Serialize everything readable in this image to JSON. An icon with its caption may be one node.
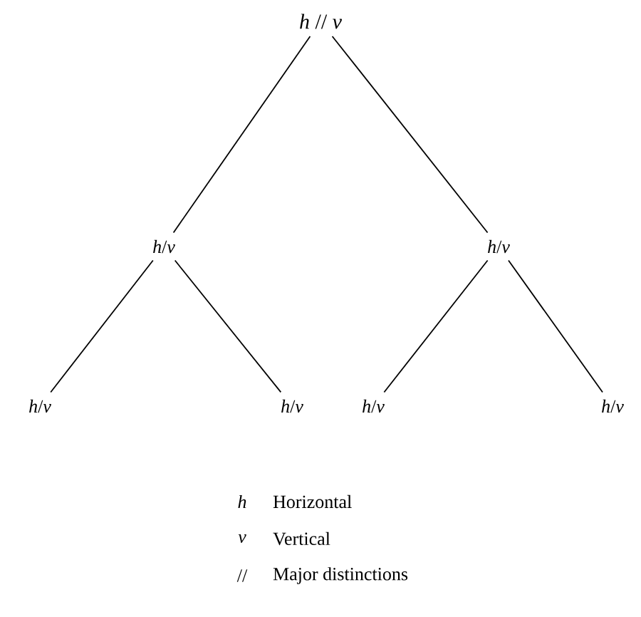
{
  "diagram": {
    "nodes": [
      {
        "text": [
          "*h* // *v*"
        ]
      },
      {
        "text": [
          "*h*/*v*"
        ]
      },
      {
        "text": [
          "*h*/*v*"
        ]
      },
      {
        "text": [
          "*h*/*v*"
        ]
      },
      {
        "text": [
          "*h*/*v*"
        ]
      },
      {
        "text": [
          "*h*/*v*"
        ]
      },
      {
        "text": [
          "*h*/*v*"
        ]
      }
    ],
    "edges": [
      {
        "from": 0,
        "to": 1,
        "arrow": "none"
      },
      {
        "from": 0,
        "to": 2,
        "arrow": "none"
      },
      {
        "from": 1,
        "to": 3,
        "arrow": "none"
      },
      {
        "from": 1,
        "to": 4,
        "arrow": "none"
      },
      {
        "from": 2,
        "to": 5,
        "arrow": "none"
      },
      {
        "from": 2,
        "to": 6,
        "arrow": "none"
      }
    ],
    "labels": [
      "*h*",
      "Horizontal",
      "*v*",
      "Vertical",
      "//",
      "Major distinctions"
    ]
  }
}
